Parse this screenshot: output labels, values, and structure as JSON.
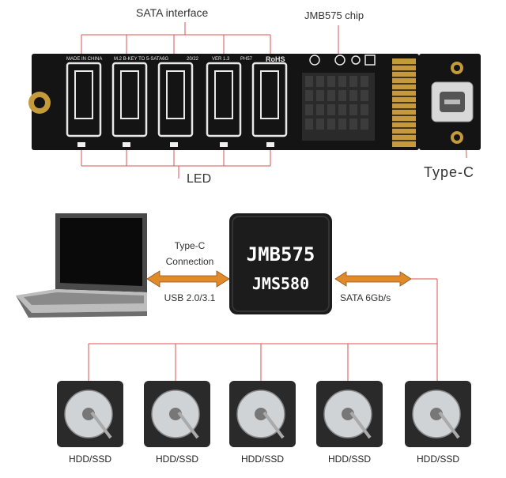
{
  "board": {
    "sata_label": "SATA interface",
    "chip_label": "JMB575 chip",
    "led_label": "LED",
    "typec_label": "Type-C",
    "silkscreen": [
      "MADE IN CHINA",
      "M.2 B-KEY TO 5-SATA6G",
      "20/22",
      "VER 1.3",
      "PH57",
      "RoHS"
    ]
  },
  "diagram": {
    "link_left": {
      "line1": "Type-C",
      "line2": "Connection",
      "line3": "USB 2.0/3.1"
    },
    "link_right": "SATA 6Gb/s",
    "chip_line1": "JMB575",
    "chip_line2": "JMS580",
    "drives": [
      "HDD/SSD",
      "HDD/SSD",
      "HDD/SSD",
      "HDD/SSD",
      "HDD/SSD"
    ]
  },
  "colors": {
    "connector_line": "#d9534f",
    "arrow": "#e08a2a",
    "pcb": "#141414",
    "chip": "#1c1c1c"
  }
}
